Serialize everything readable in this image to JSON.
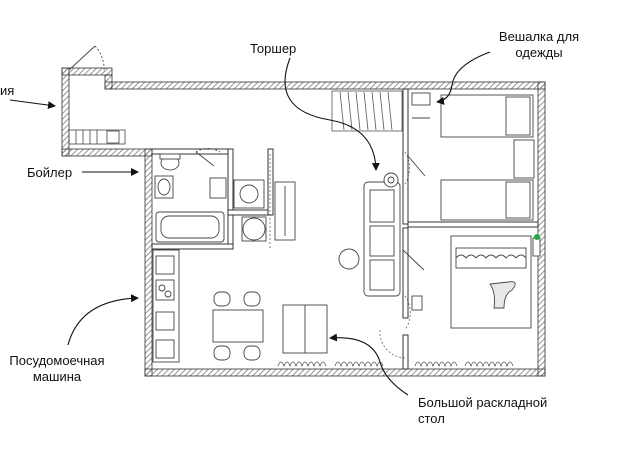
{
  "labels": {
    "left_cut": "ия",
    "boiler": "Бойлер",
    "torsher": "Торшер",
    "hanger_line1": "Вешалка для",
    "hanger_line2": "одежды",
    "dishwasher_line1": "Посудомоечная",
    "dishwasher_line2": "машина",
    "table_line1": "Большой раскладной",
    "table_line2": "стол"
  },
  "colors": {
    "wall": "#5a5a5a",
    "line": "#444444",
    "hatch": "#8a8a8a",
    "text": "#111111",
    "accent": "#22aa44"
  }
}
